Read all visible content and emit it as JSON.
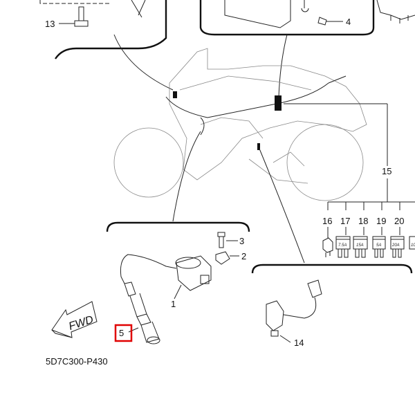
{
  "diagram_code": "5D7C300-P430",
  "fwd_label": "FWD",
  "highlight_color": "#e00000",
  "callouts": {
    "c1": "1",
    "c2": "2",
    "c3": "3",
    "c4": "4",
    "c5": "5",
    "c13": "13",
    "c14": "14",
    "c15": "15",
    "c16": "16",
    "c17": "17",
    "c18": "18",
    "c19": "19",
    "c20": "20"
  },
  "fuses": {
    "f17": "7.5A",
    "f18": "15A",
    "f19": "5A",
    "f20": "20A",
    "f21": "10"
  },
  "selected_callout": "5"
}
